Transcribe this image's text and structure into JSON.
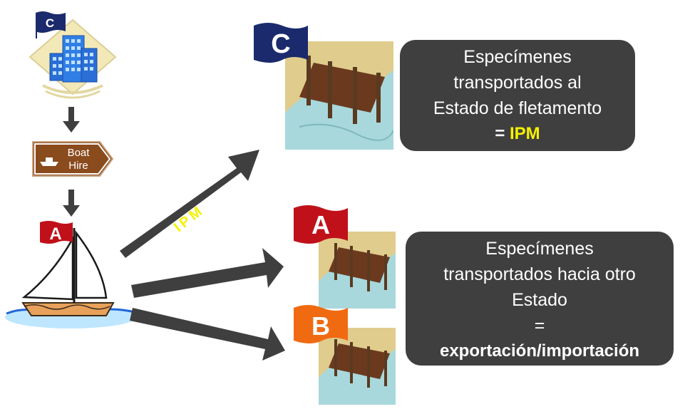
{
  "source": {
    "flag_letter": "C",
    "boat_sign": {
      "line1": "Boat",
      "line2": "Hire"
    },
    "boat_flag_letter": "A"
  },
  "arrow_label": "IPM",
  "targets": [
    {
      "flag_letter": "C",
      "flag_color": "#1a2a6c"
    },
    {
      "flag_letter": "A",
      "flag_color": "#c0111a"
    },
    {
      "flag_letter": "B",
      "flag_color": "#f06a12"
    }
  ],
  "box_top": {
    "lines": [
      "Especímenes",
      "transportados al",
      "Estado de fletamento"
    ],
    "result_prefix": "= ",
    "result_value": "IPM"
  },
  "box_bottom": {
    "lines": [
      "Especímenes",
      "transportados hacia otro",
      "Estado",
      "="
    ],
    "result_value": "exportación/importación"
  },
  "colors": {
    "box_bg": "#3f3f3f",
    "highlight": "#f5f200",
    "arrow": "#3f3f3f",
    "flag_navy": "#1a2a6c",
    "flag_red": "#c0111a",
    "flag_orange": "#f06a12"
  }
}
